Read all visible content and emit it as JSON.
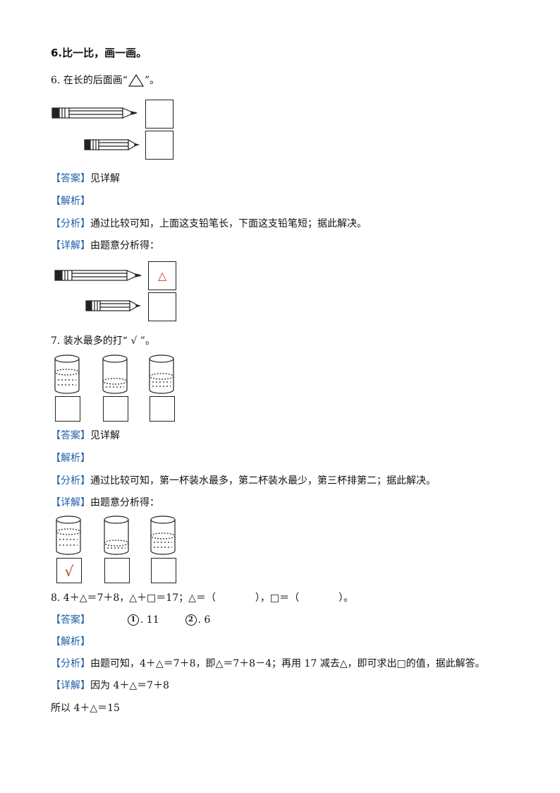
{
  "section": {
    "title": "6.比一比，画一画。"
  },
  "q6": {
    "stem_before": "6. 在长的后面画“",
    "stem_after": "”。",
    "answer_tag": "【答案】",
    "answer": "见详解",
    "analysis_tag": "【解析】",
    "fenxi_tag": "【分析】",
    "fenxi": "通过比较可知，上面这支铅笔长，下面这支铅笔短；据此解决。",
    "detail_tag": "【详解】",
    "detail": "由题意分析得：",
    "mark": "△"
  },
  "q7": {
    "stem": "7. 装水最多的打“ √ ”。",
    "answer_tag": "【答案】",
    "answer": "见详解",
    "analysis_tag": "【解析】",
    "fenxi_tag": "【分析】",
    "fenxi": "通过比较可知，第一杯装水最多，第二杯装水最少，第三杯排第二；据此解决。",
    "detail_tag": "【详解】",
    "detail": "由题意分析得：",
    "mark": "√"
  },
  "q8": {
    "stem": "8. 4＋△＝7＋8，△＋□＝17；△＝（　　　　），□＝（　　　　）。",
    "answer_tag": "【答案】",
    "ans1_num": "1",
    "ans1_val": ". 11",
    "ans2_num": "2",
    "ans2_val": ". 6",
    "analysis_tag": "【解析】",
    "fenxi_tag": "【分析】",
    "fenxi": "由题可知，4＋△＝7＋8，即△＝7＋8－4；再用 17 减去△，即可求出□的值，据此解答。",
    "detail_tag": "【详解】",
    "detail": "因为 4＋△＝7＋8",
    "line2": "所以 4＋△＝15"
  }
}
